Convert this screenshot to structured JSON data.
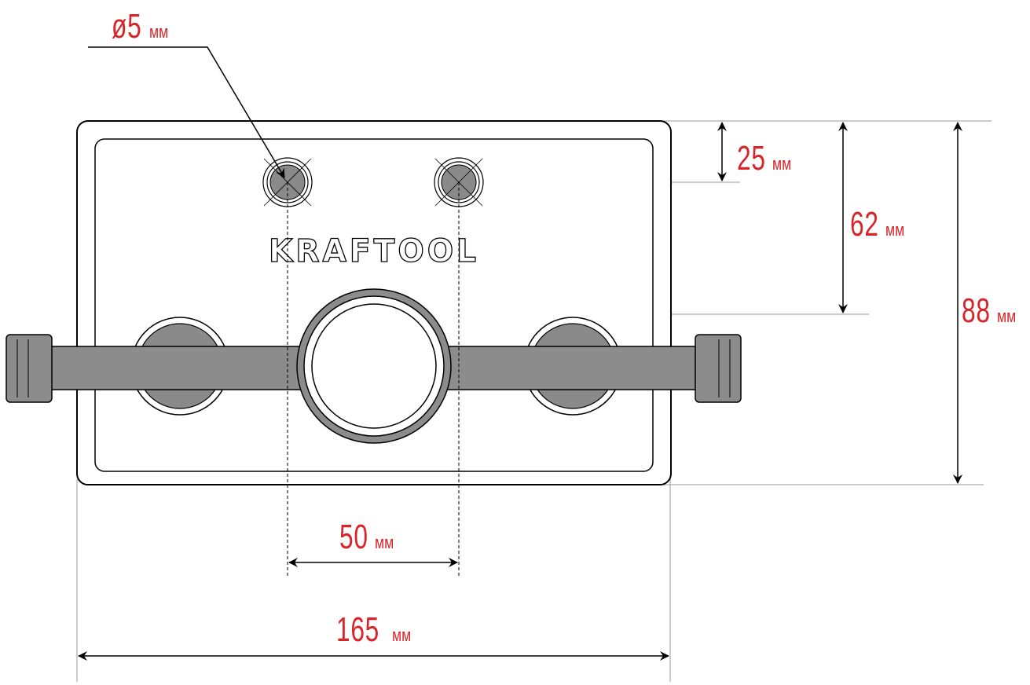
{
  "drawing": {
    "brand_logo": "KRAFTOOL",
    "colors": {
      "dimension_text": "#d7262b",
      "outline": "#000000",
      "part_fill": "#8c8c8c",
      "hole_fill": "#8a8a8a",
      "plate_fill": "#ffffff"
    },
    "dimensions": {
      "hole_diameter": {
        "symbol": "ø",
        "value": "5",
        "unit": "мм"
      },
      "hole_offset": {
        "value": "25",
        "unit": "мм"
      },
      "center_height": {
        "value": "62",
        "unit": "мм"
      },
      "total_height": {
        "value": "88",
        "unit": "мм"
      },
      "hole_spacing": {
        "value": "50",
        "unit": "мм"
      },
      "total_width": {
        "value": "165",
        "unit": "мм"
      }
    }
  }
}
